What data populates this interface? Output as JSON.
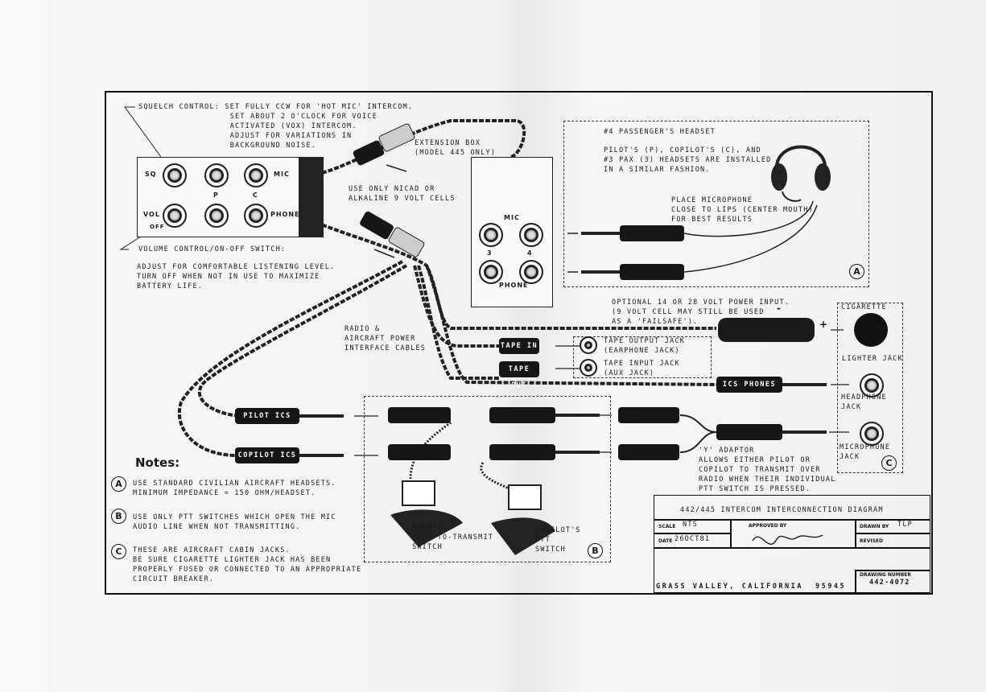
{
  "diagram": {
    "squelch_note": "SQUELCH CONTROL: SET FULLY CCW FOR 'HOT MIC' INTERCOM.\n                  SET ABOUT 2 O'CLOCK FOR VOICE\n                  ACTIVATED (VOX) INTERCOM.\n                  ADJUST FOR VARIATIONS IN\n                  BACKGROUND NOISE.",
    "extension_box": "EXTENSION BOX\n(MODEL 445 ONLY)",
    "battery_note": "USE ONLY NICAD OR\nALKALINE 9 VOLT CELLS",
    "volume_note": "VOLUME CONTROL/ON-OFF SWITCH:",
    "volume_desc": "ADJUST FOR COMFORTABLE LISTENING LEVEL.\nTURN OFF WHEN NOT IN USE TO MAXIMIZE\nBATTERY LIFE.",
    "unit_labels": {
      "sq": "SQ",
      "vol": "VOL",
      "off": "OFF",
      "p": "P",
      "c": "C",
      "mic": "MIC",
      "phone": "PHONE"
    },
    "ext_labels": {
      "mic": "MIC",
      "three": "3",
      "four": "4",
      "phone": "PHONE"
    },
    "passenger_title": "#4 PASSENGER'S HEADSET",
    "passenger_desc": "PILOT'S (P), COPILOT'S (C), AND\n#3 PAX (3) HEADSETS ARE INSTALLED\nIN A SIMILAR FASHION.",
    "microphone_note": "PLACE MICROPHONE\nCLOSE TO LIPS (CENTER MOUTH)\nFOR BEST RESULTS",
    "power_note": "OPTIONAL 14 OR 28 VOLT POWER INPUT.\n(9 VOLT CELL MAY STILL BE USED\nAS A 'FAILSAFE').",
    "radio_note": "RADIO &\nAIRCRAFT POWER\nINTERFACE CABLES",
    "tape_in": "TAPE IN",
    "tape_out": "TAPE OUT",
    "tape_output_note": "TAPE OUTPUT JACK\n(EARPHONE JACK)",
    "tape_input_note": "TAPE INPUT JACK\n(AUX JACK)",
    "ics_phones": "ICS PHONES",
    "pilot_ics": "PILOT ICS",
    "copilot_ics": "COPILOT ICS",
    "cigarette_top": "CIGARETTE",
    "cigarette_bottom": "LIGHTER JACK",
    "headphone_jack": "HEADPHONE\nJACK",
    "microphone_jack": "MICROPHONE\nJACK",
    "y_adaptor": "'Y' ADAPTOR\nALLOWS EITHER PILOT OR\nCOPILOT TO TRANSMIT OVER\nRADIO WHEN THEIR INDIVIDUAL\nPTT SWITCH IS PRESSED.",
    "pilot_ptt": "PILOT'S\nPUSH-TO-TRANSMIT\nSWITCH",
    "copilot_ptt": "COPILOT'S\nPTT\nSWITCH",
    "plus": "+",
    "minus": "-",
    "callout_a": "A",
    "callout_b": "B",
    "callout_c": "C"
  },
  "notes": {
    "title": "Notes:",
    "a": "USE STANDARD CIVILIAN AIRCRAFT HEADSETS.\nMINIMUM IMPEDANCE = 150 OHM/HEADSET.",
    "b": "USE ONLY PTT SWITCHES WHICH OPEN THE MIC\nAUDIO LINE WHEN NOT TRANSMITTING.",
    "c": "THESE ARE AIRCRAFT CABIN JACKS.\nBE SURE CIGARETTE LIGHTER JACK HAS BEEN\nPROPERLY FUSED OR CONNECTED TO AN APPROPRIATE\nCIRCUIT BREAKER."
  },
  "title_block": {
    "title": "442/445 INTERCOM INTERCONNECTION DIAGRAM",
    "scale_label": "SCALE",
    "scale": "NTS",
    "date_label": "DATE",
    "date": "26OCT81",
    "approved_label": "APPROVED BY",
    "drawn_label": "DRAWN BY",
    "drawn": "TLP",
    "revised_label": "REVISED",
    "drawing_number_label": "DRAWING NUMBER",
    "drawing_number": "442-4072",
    "location": "GRASS VALLEY, CALIFORNIA  95945"
  }
}
